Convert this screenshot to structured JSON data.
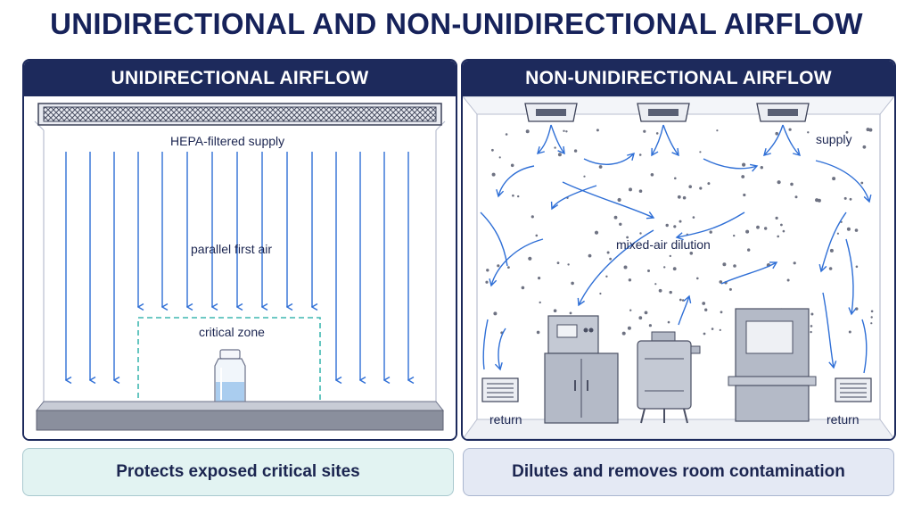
{
  "title": "UNIDIRECTIONAL AND NON-UNIDIRECTIONAL AIRFLOW",
  "left_panel": {
    "heading": "UNIDIRECTIONAL AIRFLOW",
    "supply_label": "HEPA-filtered supply",
    "air_label": "parallel first air",
    "zone_label": "critical zone",
    "caption": "Protects exposed critical sites"
  },
  "right_panel": {
    "heading": "NON-UNIDIRECTIONAL AIRFLOW",
    "supply_label": "supply",
    "mix_label": "mixed-air dilution",
    "return_left": "return",
    "return_right": "return",
    "caption": "Dilutes and removes room contamination"
  },
  "colors": {
    "navy": "#1d2a5c",
    "airflow_blue": "#2f6fd6",
    "zone_teal": "#3fb7b0",
    "caption_left_bg": "#e2f3f2",
    "caption_right_bg": "#e4e9f4"
  }
}
